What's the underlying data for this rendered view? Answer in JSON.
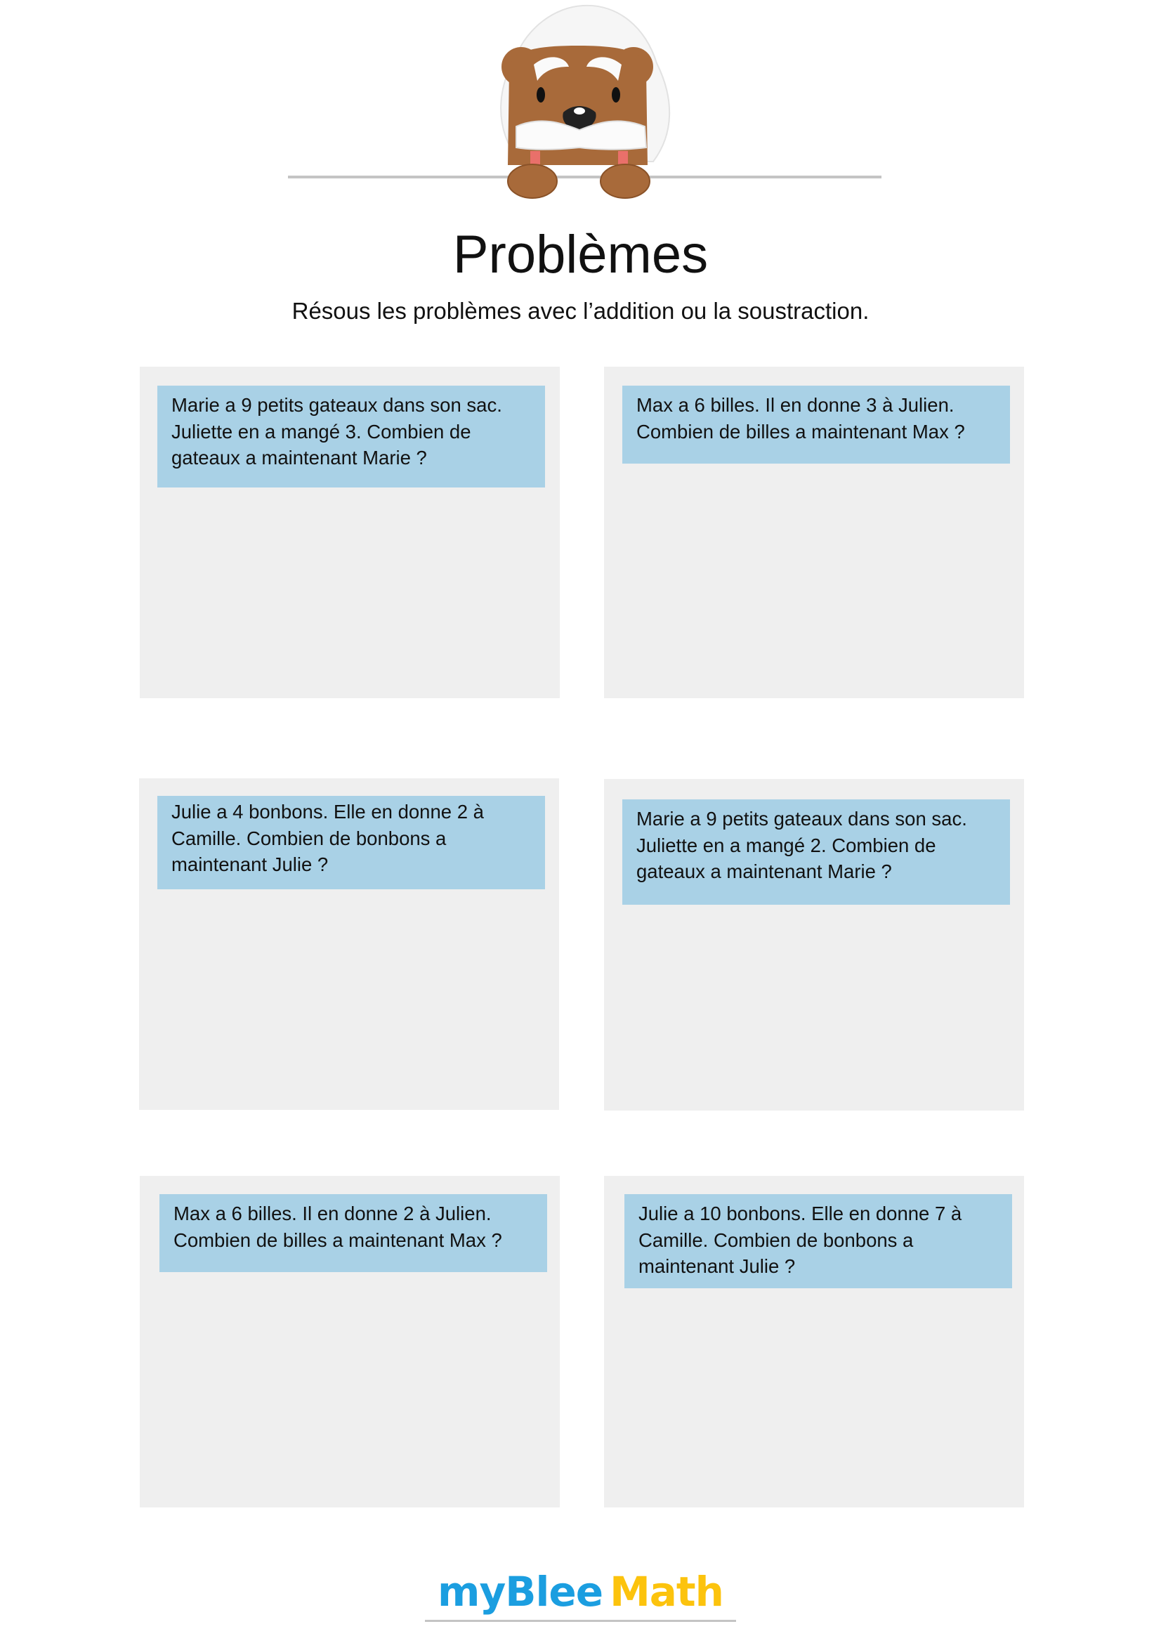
{
  "header": {
    "mascot_icon": "bear-mascot",
    "title": "Problèmes",
    "subtitle": "Résous les problèmes avec l’addition ou la soustraction."
  },
  "problems": [
    {
      "text": "Marie a 9 petits gateaux dans son sac. Juliette en a mangé 3. Combien de gateaux a maintenant Marie ?"
    },
    {
      "text": "Max a 6 billes. Il en donne 3 à Julien. Combien de billes a maintenant Max ?"
    },
    {
      "text": "Julie a 4 bonbons. Elle en donne 2 à Camille. Combien de bonbons a maintenant Julie ?"
    },
    {
      "text": "Marie a 9 petits gateaux dans son sac. Juliette en a mangé 2. Combien de gateaux a maintenant Marie ?"
    },
    {
      "text": "Max a 6 billes. Il en donne 2 à Julien. Combien de billes a maintenant Max ?"
    },
    {
      "text": "Julie a 10 bonbons. Elle en donne 7 à Camille. Combien de bonbons a maintenant Julie ?"
    }
  ],
  "footer": {
    "logo_part1": "myBlee",
    "logo_part2": "Math"
  },
  "colors": {
    "card": "#efefef",
    "question": "#a9d1e6",
    "logo_blue": "#1b9ee0",
    "logo_yellow": "#fcc30d"
  }
}
